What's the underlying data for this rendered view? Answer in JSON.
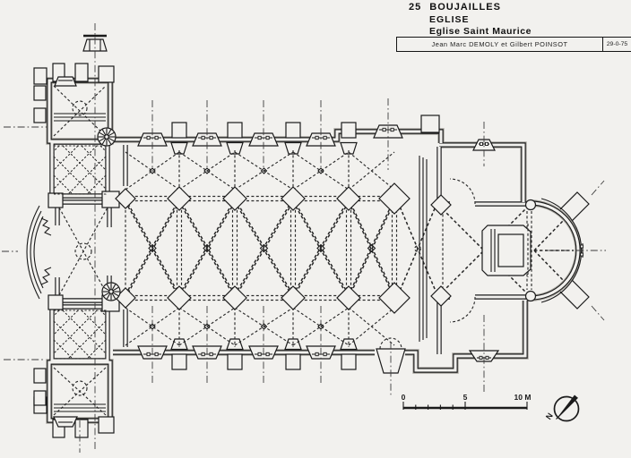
{
  "title_block": {
    "number": "25",
    "commune": "BOUJAILLES",
    "building_type": "EGLISE",
    "building_name": "Eglise Saint Maurice",
    "authors": "Jean Marc DEMOLY et Gilbert POINSOT",
    "reference": "29-0-75"
  },
  "scale_bar": {
    "label_start": "0",
    "label_mid": "5",
    "label_end": "10 M"
  },
  "compass": {
    "north_label": "N"
  },
  "colors": {
    "paper": "#f2f1ee",
    "ink": "#1b1b1b"
  }
}
